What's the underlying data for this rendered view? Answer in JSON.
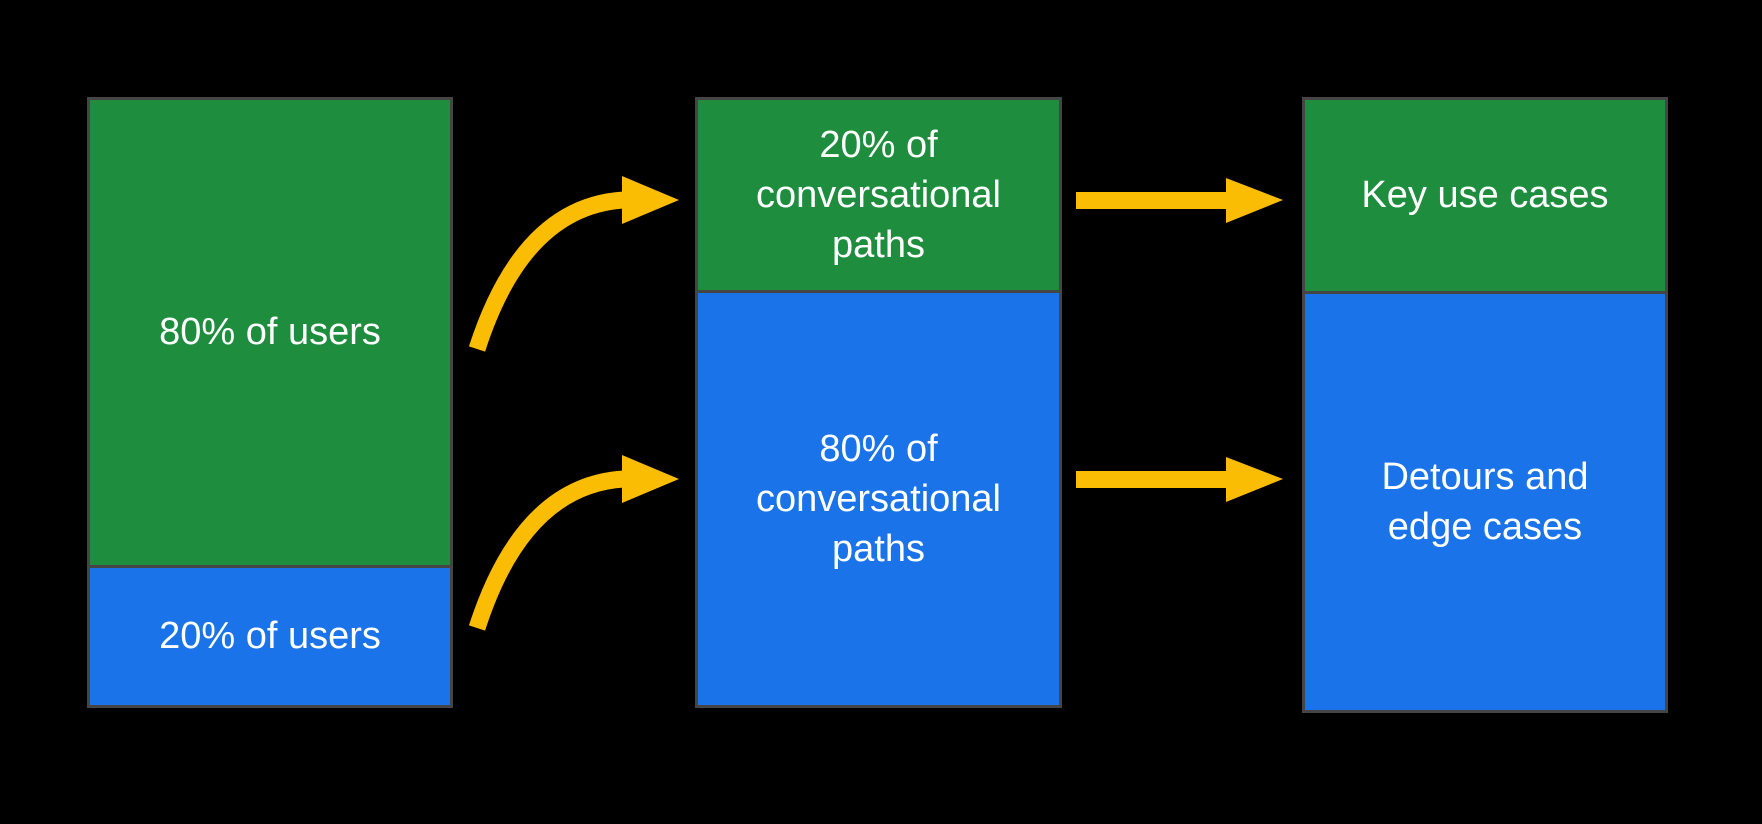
{
  "colors": {
    "background": "#000000",
    "green": "#1e8e3e",
    "blue": "#1a73e8",
    "arrow": "#fbbc04",
    "border": "#454545",
    "text": "#ffffff"
  },
  "diagram": {
    "type": "stacked-bar-flow",
    "columns": [
      {
        "name": "users",
        "segments": [
          {
            "label": "80% of users",
            "value_pct": 80,
            "color": "green",
            "height_pct": 76.8
          },
          {
            "label": "20% of users",
            "value_pct": 20,
            "color": "blue",
            "height_pct": 23.2
          }
        ]
      },
      {
        "name": "conversational-paths",
        "segments": [
          {
            "label": "20% of\nconversational\npaths",
            "value_pct": 20,
            "color": "green",
            "height_pct": 31.4
          },
          {
            "label": "80% of\nconversational\npaths",
            "value_pct": 80,
            "color": "blue",
            "height_pct": 68.6
          }
        ]
      },
      {
        "name": "outcomes",
        "segments": [
          {
            "label": "Key use cases",
            "color": "green",
            "height_pct": 31.3
          },
          {
            "label": "Detours and\nedge cases",
            "color": "blue",
            "height_pct": 68.7
          }
        ]
      }
    ],
    "arrows": [
      {
        "from": "80% of users",
        "to": "20% of conversational paths",
        "style": "curved"
      },
      {
        "from": "20% of users",
        "to": "80% of conversational paths",
        "style": "curved"
      },
      {
        "from": "20% of conversational paths",
        "to": "Key use cases",
        "style": "straight"
      },
      {
        "from": "80% of conversational paths",
        "to": "Detours and edge cases",
        "style": "straight"
      }
    ]
  }
}
